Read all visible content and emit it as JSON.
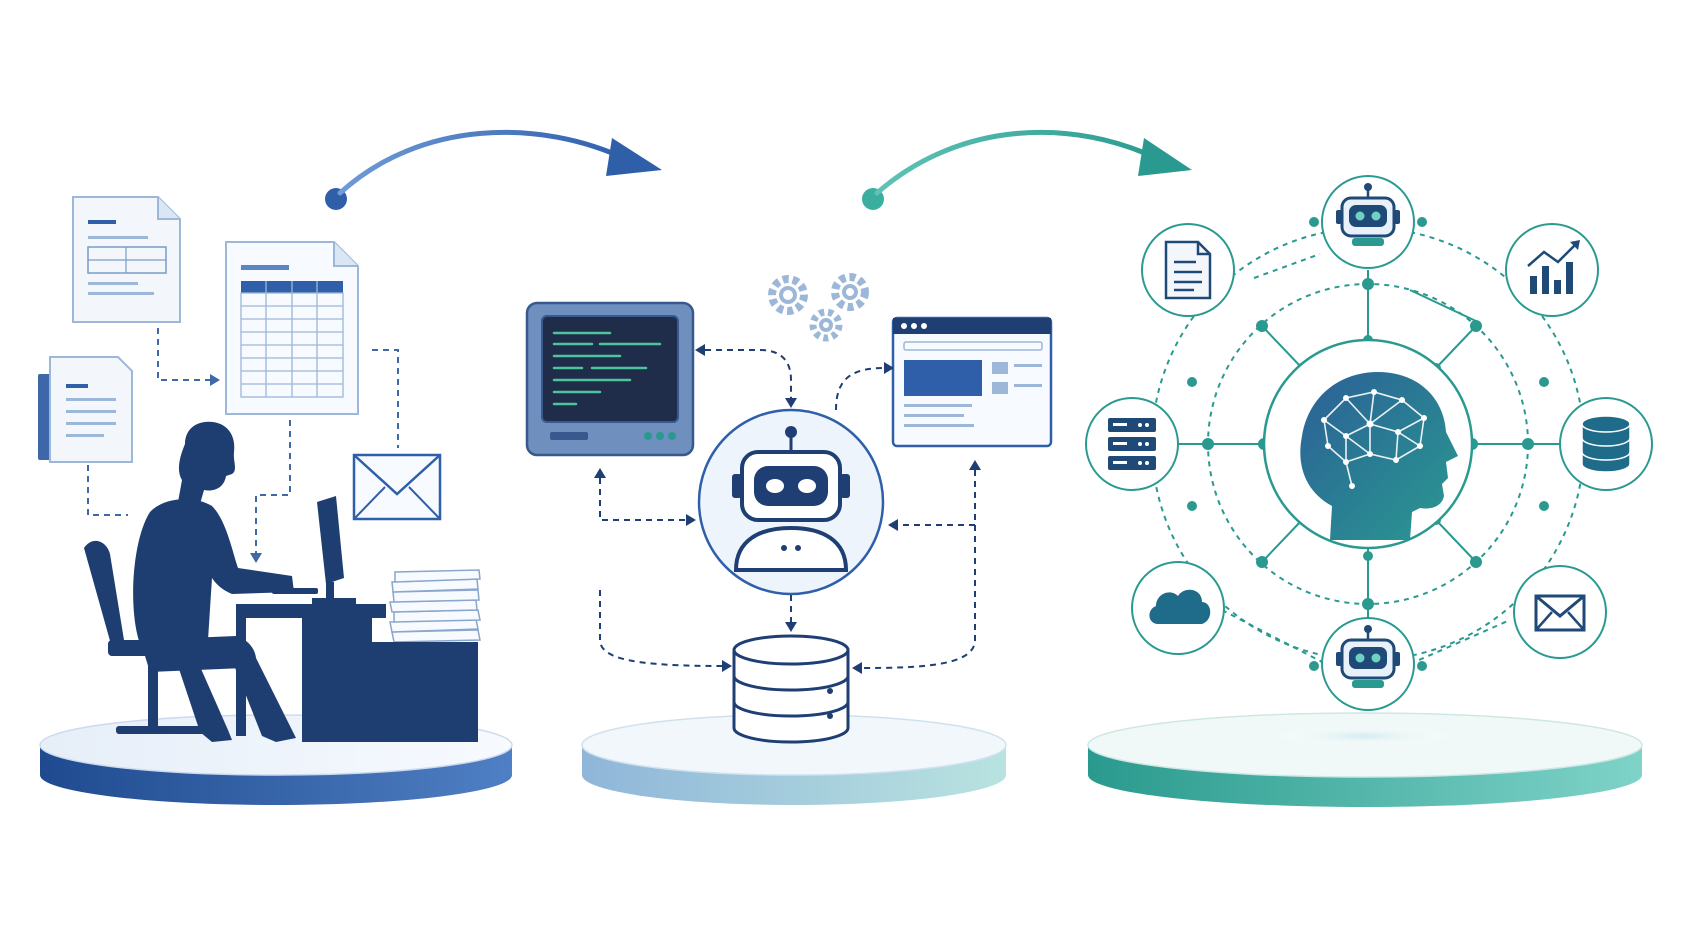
{
  "palette": {
    "navy": "#1f3f74",
    "blue": "#2f5fa8",
    "blue_mid": "#5b86c4",
    "sky": "#9cc3dd",
    "teal": "#2a9a90",
    "teal_light": "#7fd0c6",
    "pale": "#e8f1fa",
    "paper": "#f3f7fc",
    "line": "#5a7fb0"
  },
  "stages": [
    {
      "name": "manual-work",
      "icons": [
        "document-icon",
        "spreadsheet-icon",
        "note-icon",
        "envelope-icon",
        "paper-stack-icon",
        "person-at-desk-icon",
        "monitor-icon",
        "office-chair-icon"
      ]
    },
    {
      "name": "rule-based-automation",
      "icons": [
        "terminal-icon",
        "gear-icon",
        "browser-window-icon",
        "robot-icon",
        "database-icon"
      ]
    },
    {
      "name": "ai-agent-network",
      "icons": [
        "ai-brain-head-icon",
        "robot-icon",
        "document-icon",
        "bar-chart-icon",
        "server-icon",
        "database-icon",
        "cloud-icon",
        "envelope-icon"
      ]
    }
  ],
  "transitions": [
    {
      "from": "manual-work",
      "to": "rule-based-automation",
      "color": "#3566b2"
    },
    {
      "from": "rule-based-automation",
      "to": "ai-agent-network",
      "color": "#2a9a90"
    }
  ]
}
